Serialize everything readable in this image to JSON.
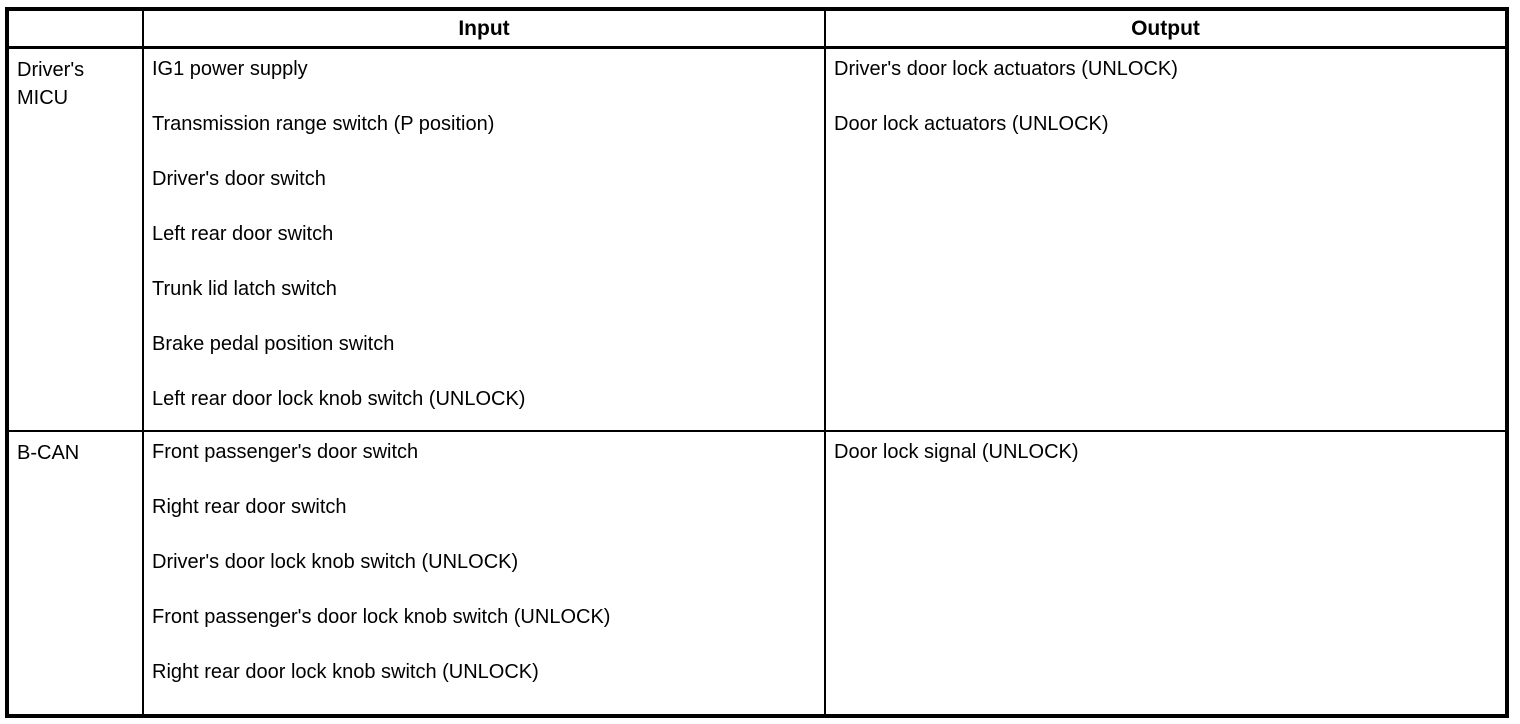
{
  "table": {
    "headers": {
      "source": "",
      "input": "Input",
      "output": "Output"
    },
    "rows": [
      {
        "source": "Driver's MICU",
        "inputs": [
          "IG1 power supply",
          "Transmission range switch (P position)",
          "Driver's door switch",
          "Left rear door switch",
          "Trunk lid latch switch",
          "Brake pedal position switch",
          "Left rear door lock knob switch (UNLOCK)"
        ],
        "outputs": [
          "Driver's door lock actuators (UNLOCK)",
          "Door lock actuators (UNLOCK)"
        ]
      },
      {
        "source": "B-CAN",
        "inputs": [
          "Front passenger's door switch",
          "Right rear door switch",
          "Driver's door lock knob switch (UNLOCK)",
          "Front passenger's door lock knob switch (UNLOCK)",
          "Right rear door lock knob switch (UNLOCK)"
        ],
        "outputs": [
          "Door lock signal (UNLOCK)"
        ]
      }
    ],
    "colors": {
      "border": "#000000",
      "background": "#ffffff",
      "text": "#000000"
    }
  }
}
